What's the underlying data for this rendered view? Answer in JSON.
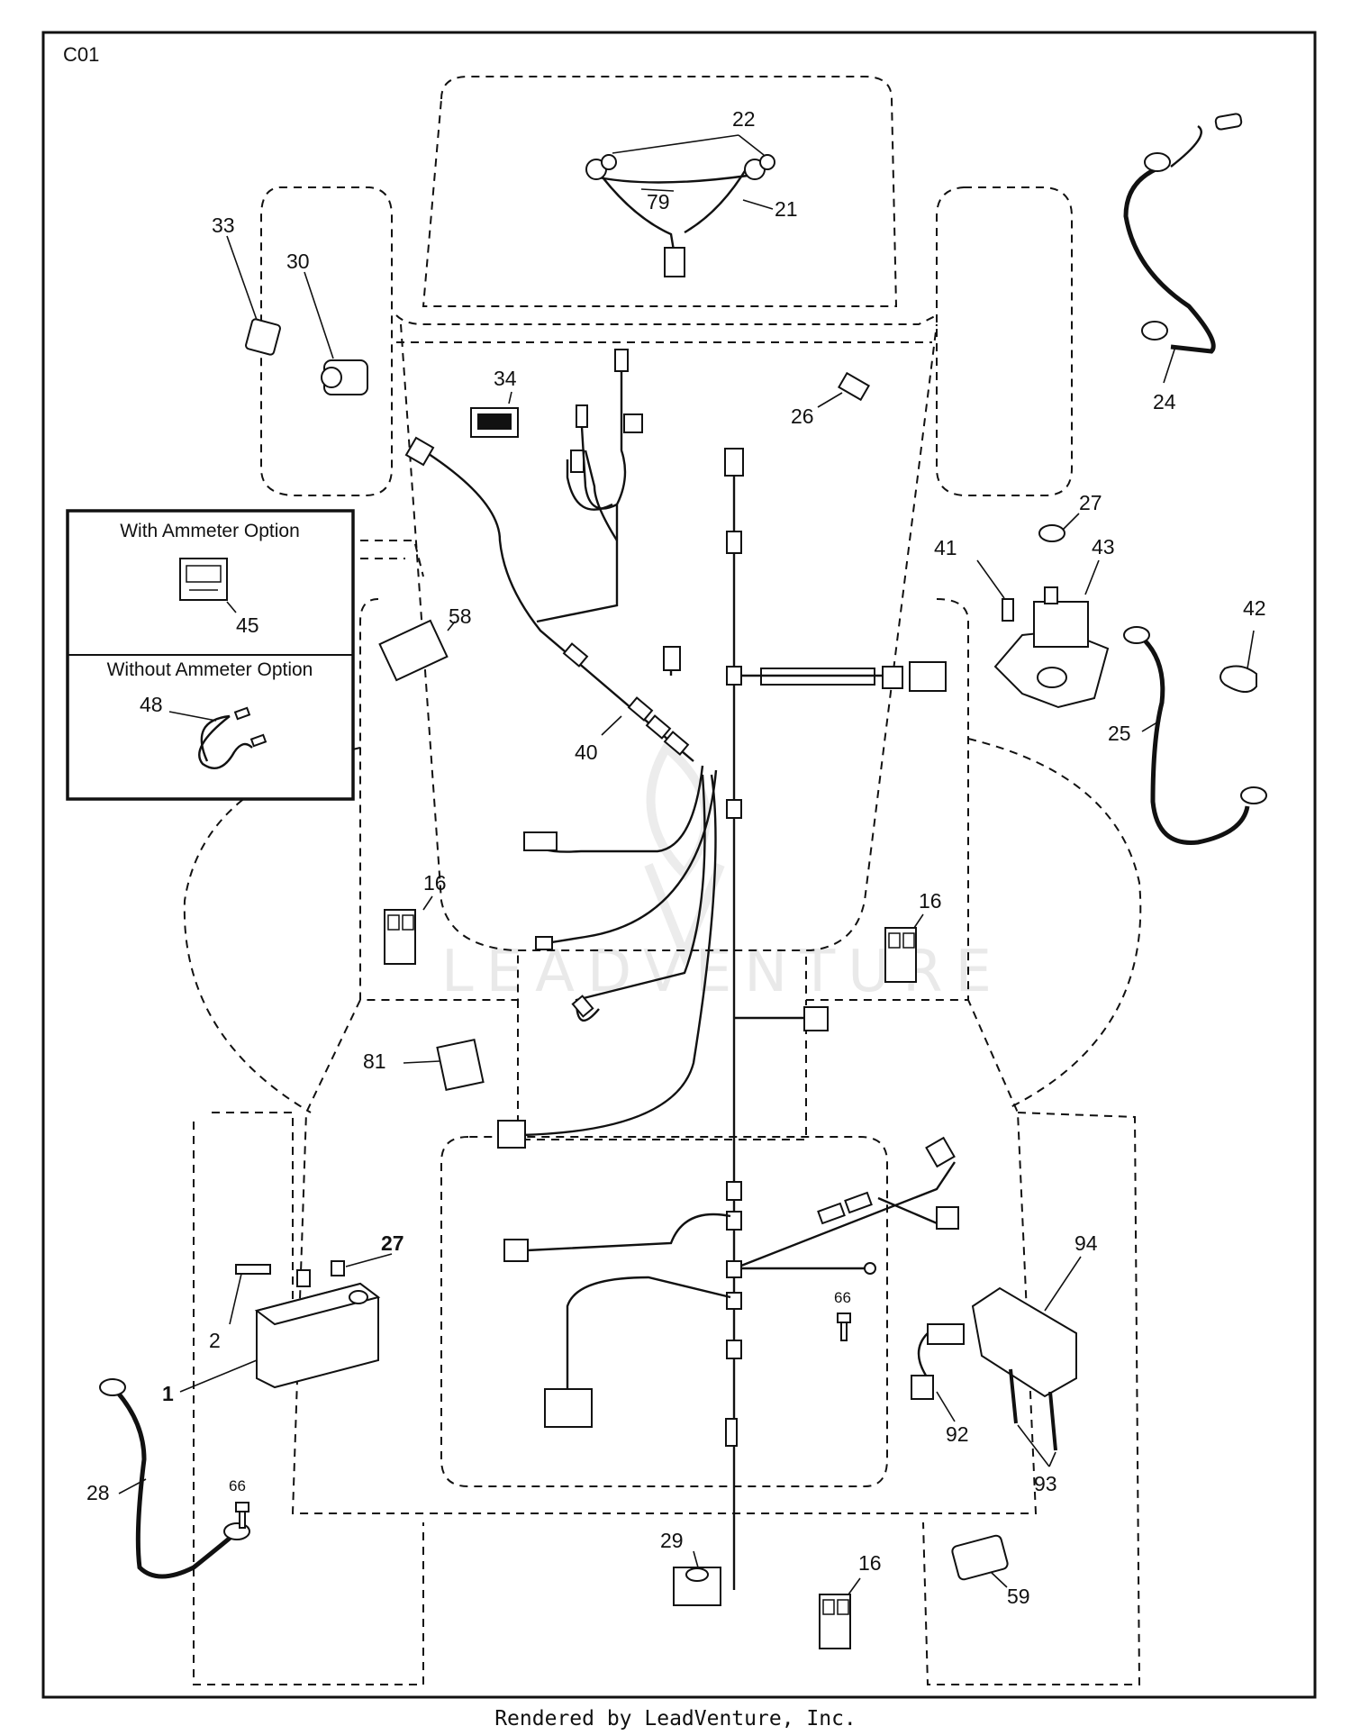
{
  "diagram_code": "C01",
  "callouts": {
    "p1": "1",
    "p2": "2",
    "p16a": "16",
    "p16b": "16",
    "p16c": "16",
    "p21": "21",
    "p22": "22",
    "p24": "24",
    "p25": "25",
    "p26": "26",
    "p27a": "27",
    "p27b": "27",
    "p28": "28",
    "p29": "29",
    "p30": "30",
    "p33": "33",
    "p34": "34",
    "p40": "40",
    "p41": "41",
    "p42": "42",
    "p43": "43",
    "p45": "45",
    "p48": "48",
    "p58": "58",
    "p59": "59",
    "p66a": "66",
    "p66b": "66",
    "p79": "79",
    "p81": "81",
    "p92": "92",
    "p93": "93",
    "p94": "94"
  },
  "options_panel": {
    "with_ammeter": "With Ammeter Option",
    "without_ammeter": "Without Ammeter Option"
  },
  "watermark": "LEADVENTURE",
  "footer": "Rendered by LeadVenture, Inc."
}
